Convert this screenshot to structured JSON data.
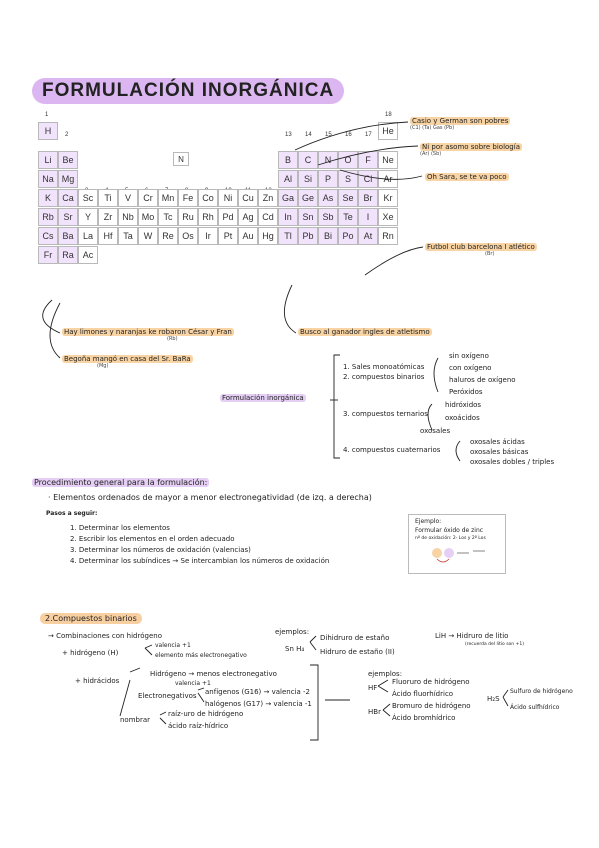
{
  "title": "FORMULACIÓN INORGÁNICA",
  "periodic_table": {
    "group_numbers": [
      "1",
      "2",
      "3",
      "4",
      "5",
      "6",
      "7",
      "8",
      "9",
      "10",
      "11",
      "12",
      "13",
      "14",
      "15",
      "16",
      "17",
      "18"
    ],
    "rows": [
      [
        "H",
        "",
        "",
        "",
        "",
        "",
        "",
        "",
        "",
        "",
        "",
        "",
        "",
        "",
        "",
        "",
        "",
        "He"
      ],
      [
        "Li",
        "Be",
        "",
        "",
        "",
        "",
        "",
        "",
        "",
        "",
        "",
        "",
        "B",
        "C",
        "N",
        "O",
        "F",
        "Ne"
      ],
      [
        "Na",
        "Mg",
        "",
        "",
        "",
        "",
        "",
        "",
        "",
        "",
        "",
        "",
        "Al",
        "Si",
        "P",
        "S",
        "Cl",
        "Ar"
      ],
      [
        "K",
        "Ca",
        "Sc",
        "Ti",
        "V",
        "Cr",
        "Mn",
        "Fe",
        "Co",
        "Ni",
        "Cu",
        "Zn",
        "Ga",
        "Ge",
        "As",
        "Se",
        "Br",
        "Kr"
      ],
      [
        "Rb",
        "Sr",
        "Y",
        "Zr",
        "Nb",
        "Mo",
        "Tc",
        "Ru",
        "Rh",
        "Pd",
        "Ag",
        "Cd",
        "In",
        "Sn",
        "Sb",
        "Te",
        "I",
        "Xe"
      ],
      [
        "Cs",
        "Ba",
        "La",
        "Hf",
        "Ta",
        "W",
        "Re",
        "Os",
        "Ir",
        "Pt",
        "Au",
        "Hg",
        "Tl",
        "Pb",
        "Bi",
        "Po",
        "At",
        "Rn"
      ],
      [
        "Fr",
        "Ra",
        "Ac",
        "",
        "",
        "",
        "",
        "",
        "",
        "",
        "",
        "",
        "",
        "",
        "",
        "",
        "",
        ""
      ]
    ],
    "center_element": "N"
  },
  "mnemonics": {
    "g13": {
      "text": "Casio y German son pobres",
      "sub": "(C1) (Ta)        Gas    (Pb)"
    },
    "g14": {
      "text": "Ni por asomo sobre biología",
      "sub": "(Ar)   (Sb)"
    },
    "g15": {
      "text": "Oh Sara, se te va poco"
    },
    "g17": {
      "text": "Futbol club barcelona I atlético",
      "sub": "(Br)"
    },
    "g1": {
      "text": "Hay limones y naranjas ke robaron César y Fran",
      "sub": "(Rb)"
    },
    "g2": {
      "text": "Begoña mangó en casa del Sr. BaRa",
      "sub": "(Mg)"
    },
    "g13b": {
      "text": "Busco al ganador ingles de atletismo"
    }
  },
  "tree": {
    "root": "Formulación inorgánica",
    "items": [
      {
        "label": "1. Sales monoatómicas"
      },
      {
        "label": "2. compuestos binarios",
        "children": [
          "sin oxígeno",
          "con oxígeno",
          "haluros de oxígeno",
          "Peróxidos"
        ]
      },
      {
        "label": "3. compuestos ternarios",
        "children": [
          "hidróxidos",
          "oxoácidos",
          "oxosales"
        ]
      },
      {
        "label": "4. compuestos cuaternarios",
        "children": [
          "oxosales ácidas",
          "oxosales básicas",
          "oxosales dobles / triples"
        ]
      }
    ]
  },
  "procedure": {
    "heading": "Procedimiento general para la formulación:",
    "bullet": "· Elementos ordenados de mayor a menor electronegatividad (de izq. a derecha)",
    "steps_title": "Pasos a seguir:",
    "steps": [
      "1. Determinar los elementos",
      "2. Escribir los elementos en el orden adecuado",
      "3. Determinar los números de oxidación (valencias)",
      "4. Determinar los subíndices → Se intercambian los números de oxidación"
    ],
    "example": {
      "title": "Ejemplo:",
      "line1": "Formular óxido de zinc",
      "line2": "nº de oxidación: 2- Los y 2º Los"
    }
  },
  "binary": {
    "heading": "2.Compuestos binarios",
    "combinations": "→ Combinaciones con hidrógeno",
    "hidrogeno": "+ hidrógeno (H)",
    "valencia1": "valencia +1",
    "valencia2": "elemento más electronegativo",
    "ejemplos1_title": "ejemplos:",
    "ejemplos1_formula": "Sn H₄",
    "ejemplos1_a": "Dihidruro de estaño",
    "ejemplos1_b": "Hidruro de estaño (II)",
    "lih": "LiH → Hidruro de litio",
    "lih_sub": "(recuerda del litio son +1)",
    "hidracidos": "+ hidrácidos",
    "h_menos": "Hidrógeno → menos electronegativo",
    "h_val": "valencia +1",
    "electroneg": "Electronegativos",
    "anfigenos": "anfígenos (G16) → valencia -2",
    "halogenos": "halógenos (G17) → valencia -1",
    "nombrar": "nombrar",
    "raiz": "raíz-uro de hidrógeno",
    "acido": "ácido raíz-hídrico",
    "ejemplos2_title": "ejemplos:",
    "hf": "HF",
    "hf_a": "Fluoruro de hidrógeno",
    "hf_b": "Ácido fluorhídrico",
    "hbr": "HBr",
    "hbr_a": "Bromuro de hidrógeno",
    "hbr_b": "Ácido bromhídrico",
    "h2s": "H₂S",
    "h2s_a": "Sulfuro de hidrógeno",
    "h2s_b": "Ácido sulfhídrico"
  }
}
